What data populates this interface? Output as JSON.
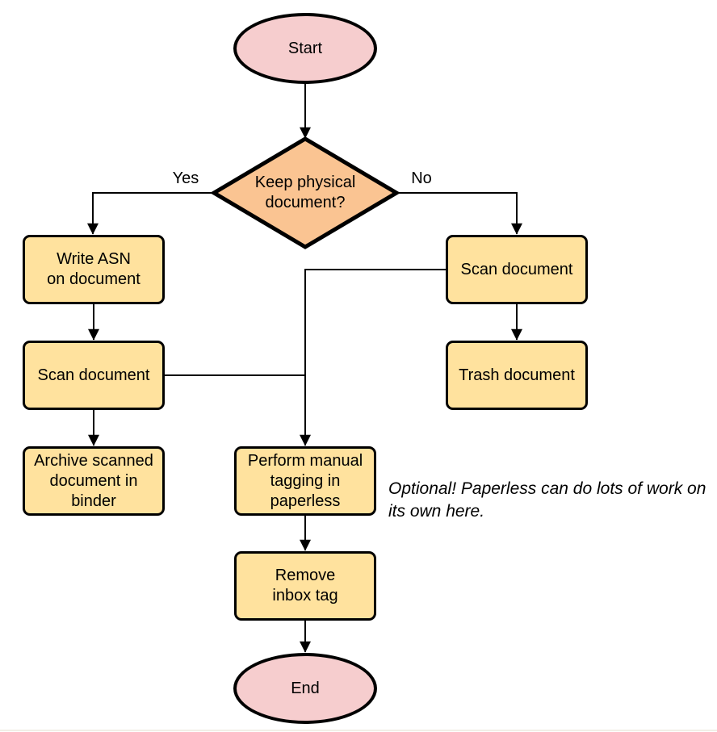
{
  "colors": {
    "terminal_fill": "#F6CDCE",
    "decision_fill": "#FAC492",
    "process_fill": "#FFE29E",
    "stroke": "#000000",
    "text": "#000000"
  },
  "nodes": {
    "start": {
      "type": "terminal",
      "lines": [
        "Start"
      ]
    },
    "decision": {
      "type": "decision",
      "lines": [
        "Keep physical",
        "document?"
      ]
    },
    "write_asn": {
      "type": "process",
      "lines": [
        "Write ASN",
        "on document"
      ]
    },
    "scan_left": {
      "type": "process",
      "lines": [
        "Scan document"
      ]
    },
    "archive": {
      "type": "process",
      "lines": [
        "Archive scanned",
        "document in",
        "binder"
      ]
    },
    "scan_right": {
      "type": "process",
      "lines": [
        "Scan document"
      ]
    },
    "trash": {
      "type": "process",
      "lines": [
        "Trash document"
      ]
    },
    "tagging": {
      "type": "process",
      "lines": [
        "Perform manual",
        "tagging in",
        "paperless"
      ]
    },
    "remove_inbox": {
      "type": "process",
      "lines": [
        "Remove",
        "inbox tag"
      ]
    },
    "end": {
      "type": "terminal",
      "lines": [
        "End"
      ]
    }
  },
  "edge_labels": {
    "yes": "Yes",
    "no": "No"
  },
  "note": {
    "lines": [
      "Optional! Paperless can do lots of work on",
      "its own here."
    ]
  }
}
